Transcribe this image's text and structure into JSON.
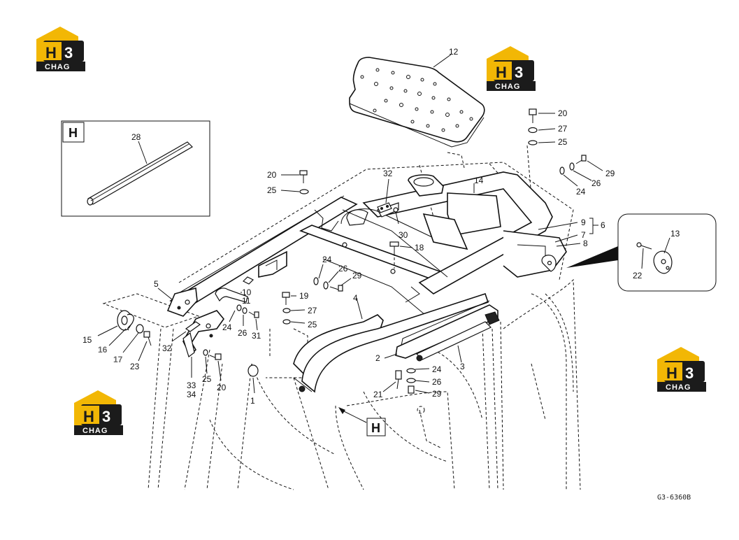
{
  "reference_code": "G3-6360B",
  "logo": {
    "mark_h": "H",
    "mark_3": "3",
    "text": "CHAG",
    "color_gold": "#f2b705",
    "color_dark": "#1b1b1b"
  },
  "detail_boxes": {
    "h_inset": "H",
    "h_callout": "H"
  },
  "callouts": {
    "c1": "1",
    "c2": "2",
    "c3": "3",
    "c4": "4",
    "c5": "5",
    "c6": "6",
    "c7": "7",
    "c8": "8",
    "c9": "9",
    "c10": "10",
    "c11": "11",
    "c12": "12",
    "c13": "13",
    "c14": "14",
    "c15": "15",
    "c16": "16",
    "c17": "17",
    "c18": "18",
    "c19": "19",
    "c20a": "20",
    "c20b": "20",
    "c20c": "20",
    "c21": "21",
    "c22": "22",
    "c23": "23",
    "c24a": "24",
    "c24b": "24",
    "c24c": "24",
    "c24d": "24",
    "c25a": "25",
    "c25b": "25",
    "c25c": "25",
    "c25d": "25",
    "c26a": "26",
    "c26b": "26",
    "c26c": "26",
    "c26d": "26",
    "c27a": "27",
    "c27b": "27",
    "c28": "28",
    "c29a": "29",
    "c29b": "29",
    "c29c": "29",
    "c30": "30",
    "c31": "31",
    "c32a": "32",
    "c32b": "32",
    "c33": "33",
    "c34": "34"
  }
}
